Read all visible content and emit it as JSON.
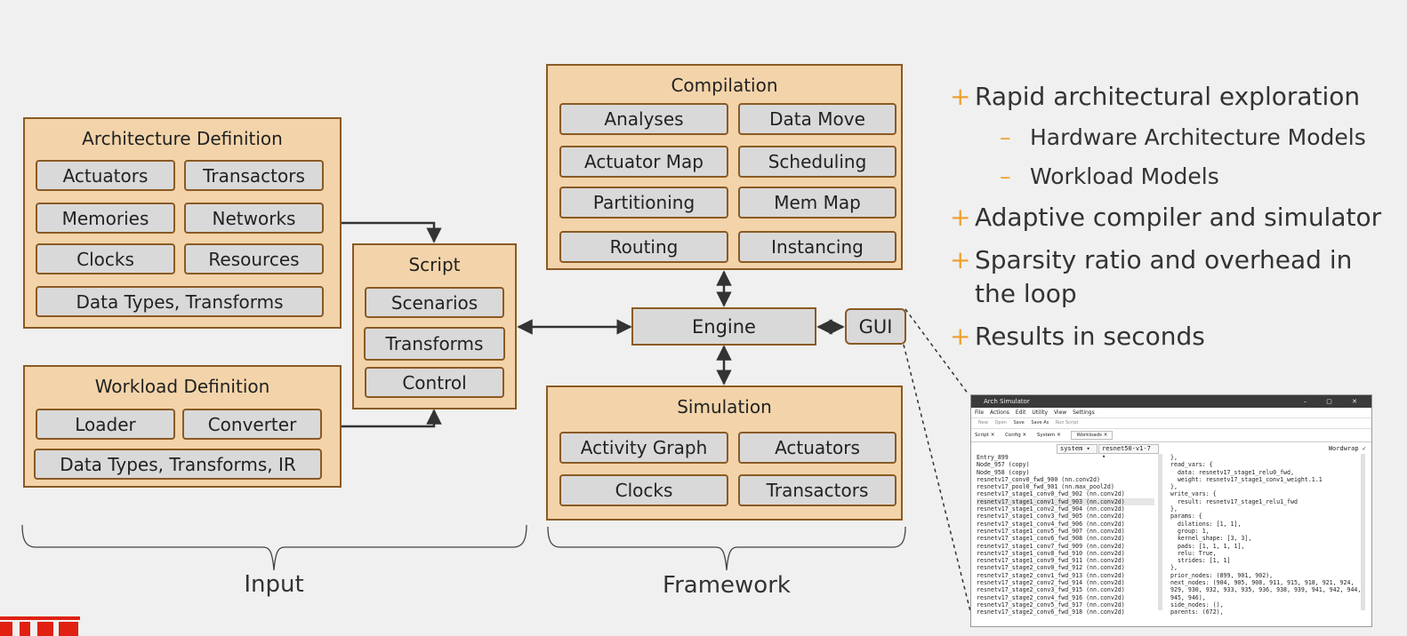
{
  "arch": {
    "title": "Architecture Definition",
    "items": [
      "Actuators",
      "Transactors",
      "Memories",
      "Networks",
      "Clocks",
      "Resources"
    ],
    "wide": "Data Types, Transforms"
  },
  "workload": {
    "title": "Workload Definition",
    "items": [
      "Loader",
      "Converter"
    ],
    "wide": "Data Types, Transforms, IR"
  },
  "script": {
    "title": "Script",
    "items": [
      "Scenarios",
      "Transforms",
      "Control"
    ]
  },
  "compilation": {
    "title": "Compilation",
    "items": [
      "Analyses",
      "Data Move",
      "Actuator Map",
      "Scheduling",
      "Partitioning",
      "Mem Map",
      "Routing",
      "Instancing"
    ]
  },
  "engine": "Engine",
  "gui": "GUI",
  "simulation": {
    "title": "Simulation",
    "items": [
      "Activity Graph",
      "Actuators",
      "Clocks",
      "Transactors"
    ]
  },
  "labels": {
    "input": "Input",
    "framework": "Framework"
  },
  "bullets": [
    {
      "level": 1,
      "text": "Rapid architectural exploration"
    },
    {
      "level": 2,
      "text": "Hardware Architecture Models"
    },
    {
      "level": 2,
      "text": "Workload Models"
    },
    {
      "level": 1,
      "text": "Adaptive compiler and simulator"
    },
    {
      "level": 1,
      "text": "Sparsity ratio and overhead in the loop"
    },
    {
      "level": 1,
      "text": "Results in seconds"
    }
  ],
  "bullet_markers": {
    "l1": "+",
    "l2": "–"
  },
  "colors": {
    "group_fill": "#f3d4aa",
    "group_border": "#8a5a24",
    "box_fill": "#d9d9d9",
    "bullet_accent": "#f0a030",
    "background": "#f0f0f0"
  },
  "app": {
    "title": "Arch Simulator",
    "window_controls": "–  ▢  ✕",
    "menu": [
      "File",
      "Actions",
      "Edit",
      "Utility",
      "View",
      "Settings"
    ],
    "toolbar": [
      "New",
      "Open",
      "Save",
      "Save As",
      "Run Script"
    ],
    "tabs": [
      "Script ✕",
      "Config ✕",
      "System ✕",
      "Workloads ✕"
    ],
    "active_tab": 3,
    "select_system": "system",
    "select_model": "resnet50-v1-7",
    "wordwrap": "Wordwrap ✓",
    "nodes": [
      "Entry_899",
      "Node_957 (copy)",
      "Node_958 (copy)",
      "resnetv17_conv0_fwd_900 (nn.conv2d)",
      "resnetv17_pool0_fwd_901 (nn.max_pool2d)",
      "resnetv17_stage1_conv0_fwd_902 (nn.conv2d)",
      "resnetv17_stage1_conv1_fwd_903 (nn.conv2d)",
      "resnetv17_stage1_conv2_fwd_904 (nn.conv2d)",
      "resnetv17_stage1_conv3_fwd_905 (nn.conv2d)",
      "resnetv17_stage1_conv4_fwd_906 (nn.conv2d)",
      "resnetv17_stage1_conv5_fwd_907 (nn.conv2d)",
      "resnetv17_stage1_conv6_fwd_908 (nn.conv2d)",
      "resnetv17_stage1_conv7_fwd_909 (nn.conv2d)",
      "resnetv17_stage1_conv8_fwd_910 (nn.conv2d)",
      "resnetv17_stage1_conv9_fwd_911 (nn.conv2d)",
      "resnetv17_stage2_conv0_fwd_912 (nn.conv2d)",
      "resnetv17_stage2_conv1_fwd_913 (nn.conv2d)",
      "resnetv17_stage2_conv2_fwd_914 (nn.conv2d)",
      "resnetv17_stage2_conv3_fwd_915 (nn.conv2d)",
      "resnetv17_stage2_conv4_fwd_916 (nn.conv2d)",
      "resnetv17_stage2_conv5_fwd_917 (nn.conv2d)",
      "resnetv17_stage2_conv6_fwd_918 (nn.conv2d)"
    ],
    "selected_node": 6,
    "detail": [
      "},",
      "read_vars: {",
      "  data: resnetv17_stage1_relu0_fwd,",
      "  weight: resnetv17_stage1_conv1_weight.1.1",
      "},",
      "write_vars: {",
      "  result: resnetv17_stage1_relu1_fwd",
      "},",
      "params: {",
      "  dilations: [1, 1],",
      "  group: 1,",
      "  kernel_shape: [3, 3],",
      "  pads: [1, 1, 1, 1],",
      "  relu: True,",
      "  strides: [1, 1]",
      "},",
      "prior_nodes: (899, 901, 902),",
      "next_nodes: (904, 905, 908, 911, 915, 918, 921, 924, 929, 930, 932, 933, 935, 936, 938, 939, 941, 942, 944, 945, 946),",
      "side_nodes: (),",
      "parents: (672),"
    ]
  }
}
